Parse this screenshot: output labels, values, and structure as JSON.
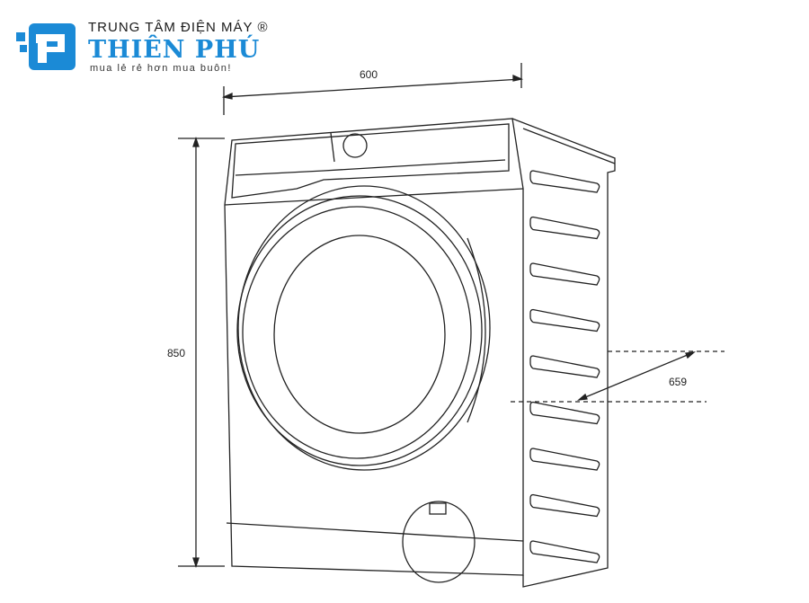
{
  "logo": {
    "line1": "TRUNG TÂM ĐIỆN MÁY ®",
    "brand": "THIÊN PHÚ",
    "tagline": "mua lẻ rẻ hơn mua buôn!",
    "color": "#1b8ad6"
  },
  "dimensions": {
    "width": "600",
    "height": "850",
    "depth": "659"
  }
}
